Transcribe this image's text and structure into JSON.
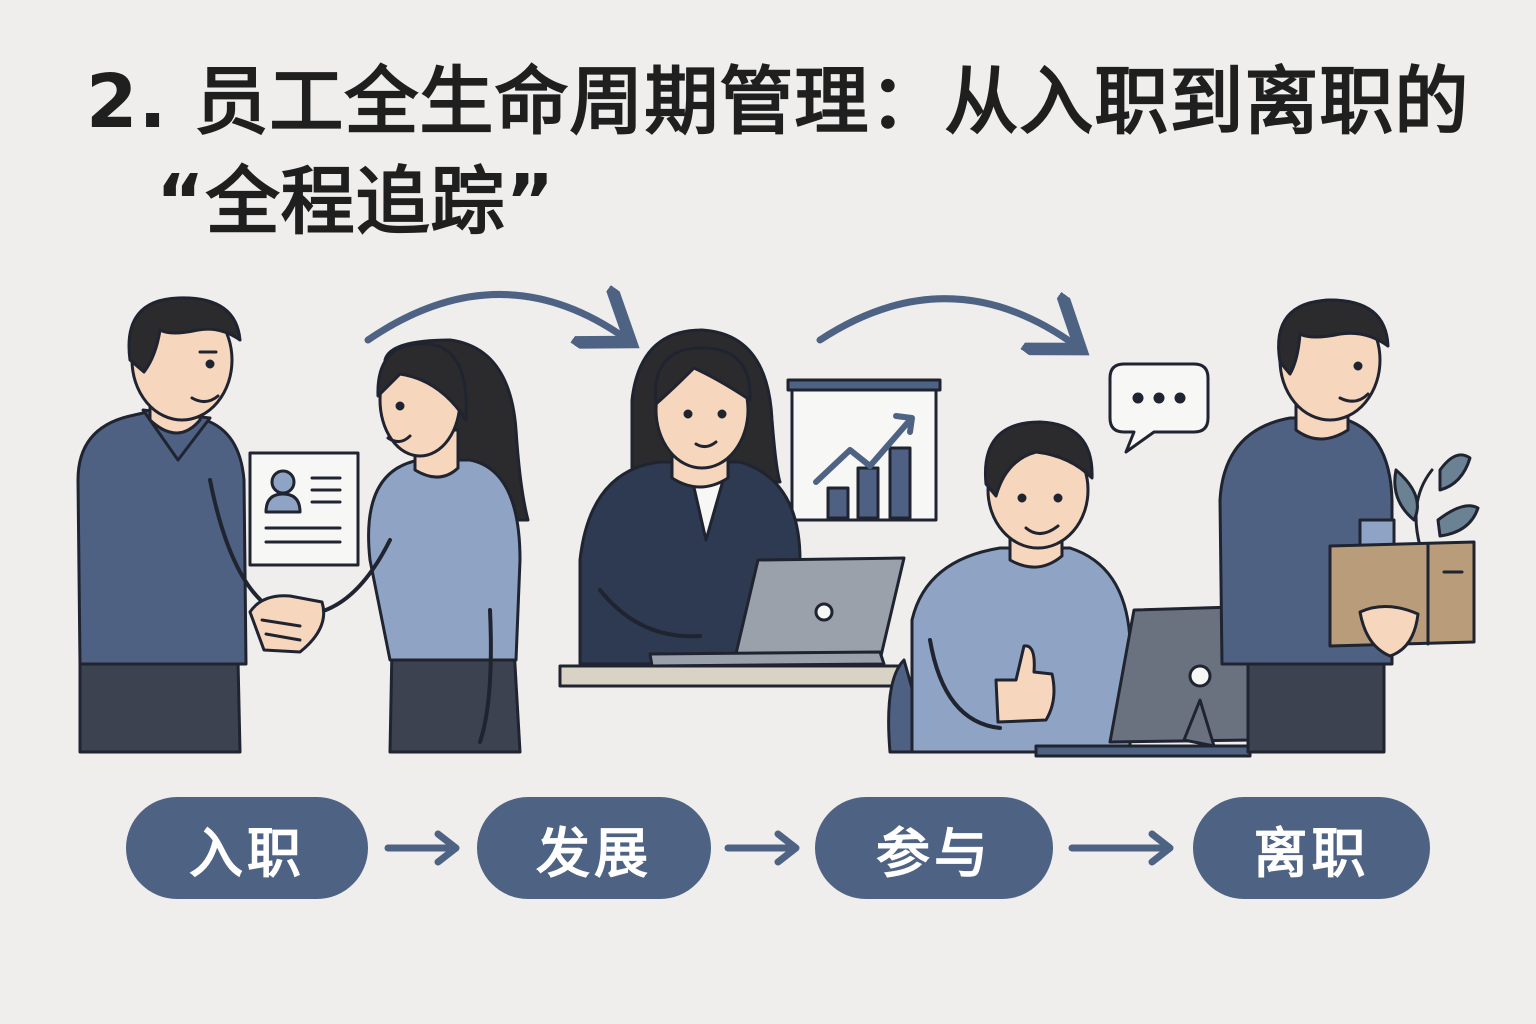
{
  "title": {
    "line1": "2. 员工全生命周期管理：从入职到离职的",
    "line2": "“全程追踪”"
  },
  "stages": [
    {
      "label": "入职"
    },
    {
      "label": "发展"
    },
    {
      "label": "参与"
    },
    {
      "label": "离职"
    }
  ],
  "colors": {
    "background": "#efeeec",
    "pill": "#4e6384",
    "shirt_dark": "#4f6183",
    "shirt_light": "#8fa4c4",
    "outline": "#1f2430",
    "skin": "#f6d6bd",
    "hair": "#2b2b2d",
    "box": "#b99d7a"
  },
  "icons": [
    "handshake-icon",
    "resume-card-icon",
    "growth-chart-icon",
    "speech-bubble-icon",
    "thumbs-up-icon",
    "plant-box-icon"
  ]
}
